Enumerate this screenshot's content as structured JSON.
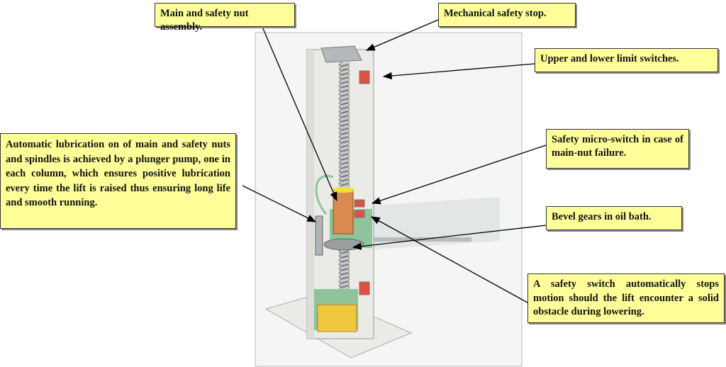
{
  "labels": {
    "main_nut": "Main and safety nut assembly.",
    "mech_stop": "Mechanical safety stop.",
    "limit_switches": "Upper and lower limit switches.",
    "micro_switch": "Safety micro-switch in case of main-nut failure.",
    "bevel_gears": "Bevel gears in oil bath.",
    "safety_switch": "A safety switch automatically stops motion should the lift encounter a solid obstacle during lowering.",
    "lubrication": "Automatic lubrication on of main and safety nuts and spindles is achieved by a plunger pump, one in each column, which ensures positive lubrication every time the lift is raised thus ensuring long life and smooth running."
  },
  "colors": {
    "label_bg": "#ffff99",
    "switch": "#e05040",
    "nut": "#d98a50",
    "oil": "#f0c840",
    "housing": "#8fc49a"
  }
}
